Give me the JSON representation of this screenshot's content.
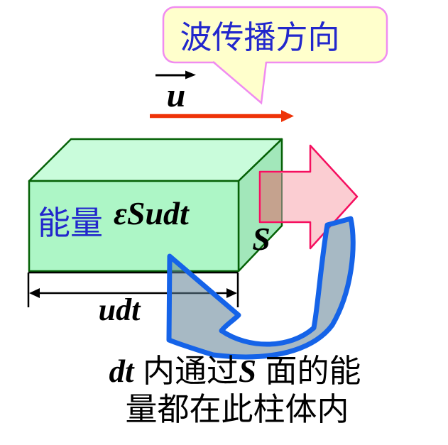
{
  "callout": {
    "text": "波传播方向"
  },
  "velocity": {
    "symbol": "u"
  },
  "box": {
    "energy_label": "能量",
    "energy_formula": "εSudt",
    "face_label": "S",
    "width_label": "udt"
  },
  "caption": {
    "dt": "dt",
    "mid": " 内通过",
    "s": "S",
    "end": " 面的能",
    "line2": "量都在此柱体内"
  },
  "colors": {
    "callout_fill": "#FFFFCC",
    "callout_border": "#F08CF0",
    "callout_text_blue": "#2227CC",
    "box_top": "#C9FCDB",
    "box_front": "#ADF6C6",
    "box_side": "#A2E7BA",
    "box_edge": "#056106",
    "pink_arrow_fill": "#FBCDD2",
    "pink_arrow_border": "#F50F5F",
    "overlap_brown": "#C5A28E",
    "blue_arrow_border": "#1563E8",
    "blue_arrow_fill": "rgba(95,128,148,0.55)",
    "red_arrow": "#EE3308",
    "black": "#000000"
  }
}
